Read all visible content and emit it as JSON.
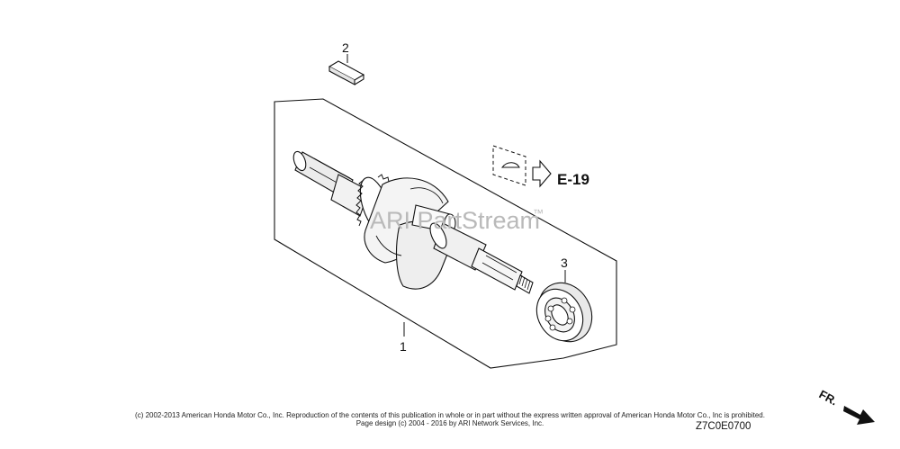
{
  "callouts": {
    "crankshaft": "1",
    "key": "2",
    "bearing": "3"
  },
  "reference": "E-19",
  "watermark": {
    "text": "ARI PartStream",
    "tm": "™"
  },
  "direction": "FR.",
  "diagram_code": "Z7C0E0700",
  "copyright": {
    "line1": "(c) 2002-2013 American Honda Motor Co., Inc. Reproduction of the contents of this publication in whole or in part without the express written approval of American Honda Motor Co., Inc is prohibited.",
    "line2": "Page design (c) 2004 - 2016 by ARI Network Services, Inc."
  }
}
